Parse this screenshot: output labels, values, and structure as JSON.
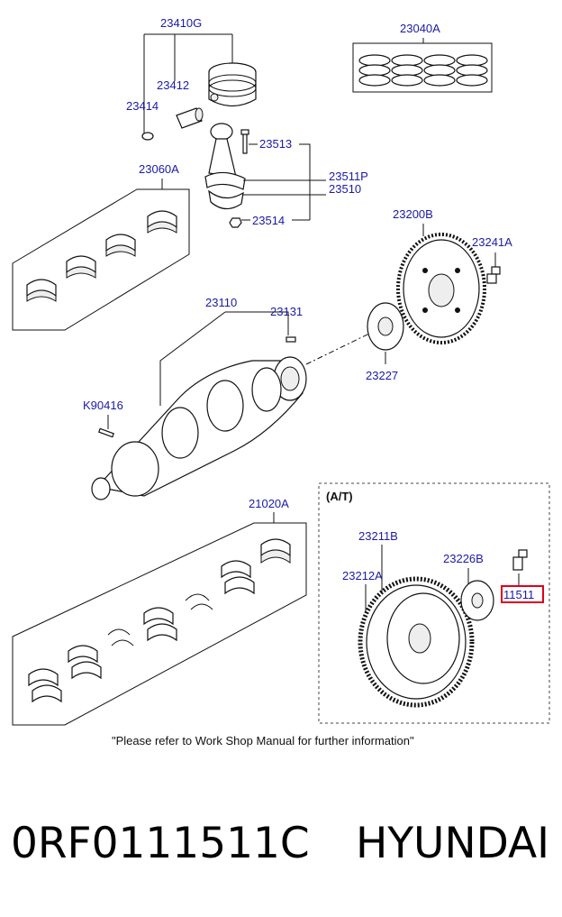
{
  "labels": {
    "l_23410G": "23410G",
    "l_23040A": "23040A",
    "l_23412": "23412",
    "l_23414": "23414",
    "l_23513": "23513",
    "l_23060A": "23060A",
    "l_23511P": "23511P",
    "l_23510": "23510",
    "l_23514": "23514",
    "l_23200B": "23200B",
    "l_23241A": "23241A",
    "l_23110": "23110",
    "l_23131": "23131",
    "l_23227": "23227",
    "l_K90416": "K90416",
    "l_21020A": "21020A",
    "l_23211B": "23211B",
    "l_23226B": "23226B",
    "l_23212A": "23212A",
    "l_11511": "11511"
  },
  "at_box_label": "(A/T)",
  "note": "\"Please refer to Work Shop Manual for further information\"",
  "part_number": "0RF0111511C",
  "brand": "HYUNDAI",
  "colors": {
    "label": "#1a1aa6",
    "highlight_box": "#e0001b"
  }
}
